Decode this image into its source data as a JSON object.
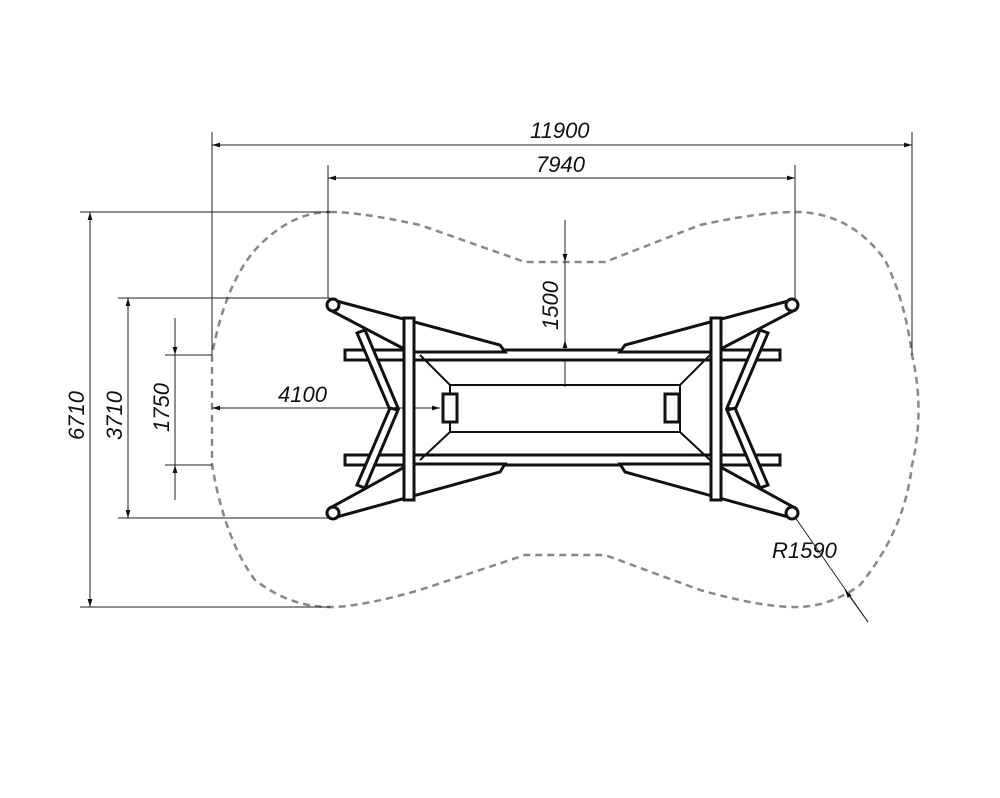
{
  "dimensions": {
    "overall_width": "11900",
    "frame_width": "7940",
    "top_offset": "1500",
    "side_offset": "4100",
    "overall_height": "6710",
    "frame_height": "3710",
    "inner_height": "1750",
    "radius": "R1590"
  }
}
